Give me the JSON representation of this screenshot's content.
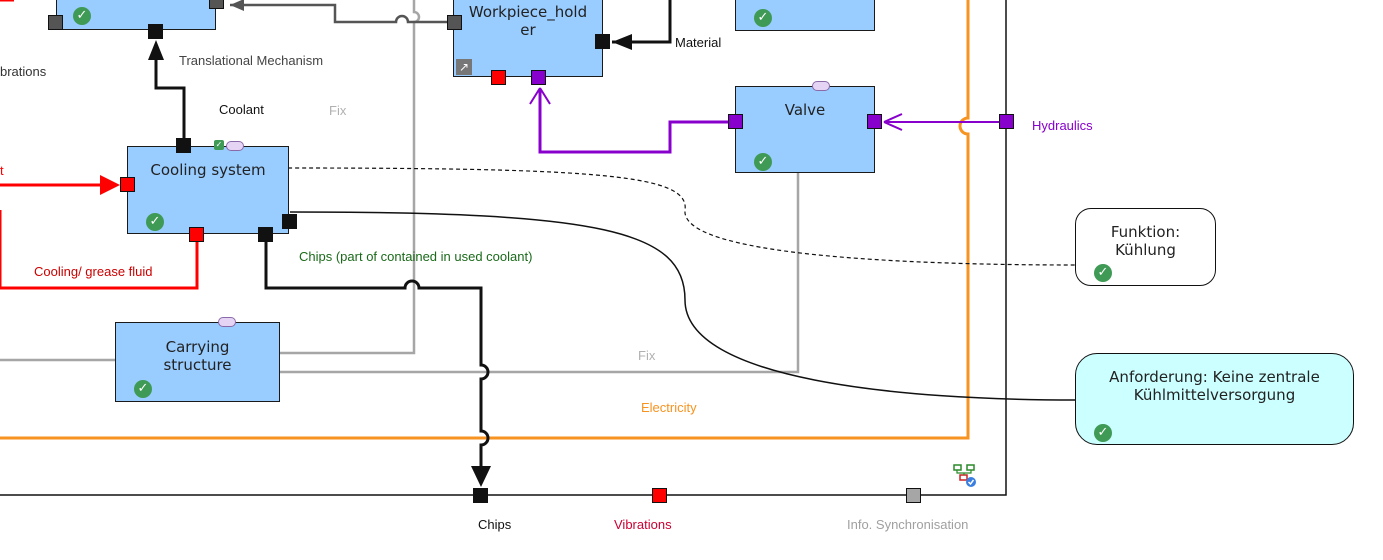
{
  "blocks": {
    "cooling_system": "Cooling system",
    "workpiece_holder": "Workpiece_hold\ner",
    "valve": "Valve",
    "carrying_structure": "Carrying\nstructure"
  },
  "notes": {
    "funktion": "Funktion:\nKühlung",
    "anforderung": "Anforderung:  Keine zentrale\nKühlmittelversorgung"
  },
  "labels": {
    "vibrations_top": "brations",
    "translational_mechanism": "Translational Mechanism",
    "material": "Material",
    "coolant": "Coolant",
    "fix_top": "Fix",
    "hydraulics": "Hydraulics",
    "edge_t": "t",
    "cooling_grease": "Cooling/ grease fluid",
    "chips_part": "Chips (part of contained in used coolant)",
    "fix_bottom": "Fix",
    "electricity": "Electricity",
    "chips_bottom": "Chips",
    "vibrations_bottom": "Vibrations",
    "info_sync": "Info. Synchronisation"
  },
  "colors": {
    "block_fill": "#99ccff",
    "requirement_fill": "#ccffff",
    "signal_red": "#ff0000",
    "hydraulic_purple": "#8800cc",
    "electric_orange": "#f79320",
    "fix_gray": "#a6a6a6",
    "check_green": "#3f9a55"
  },
  "icons": {
    "check": "check-circle-icon",
    "link": "link-arrow-icon",
    "diagram": "diagram-icon"
  }
}
